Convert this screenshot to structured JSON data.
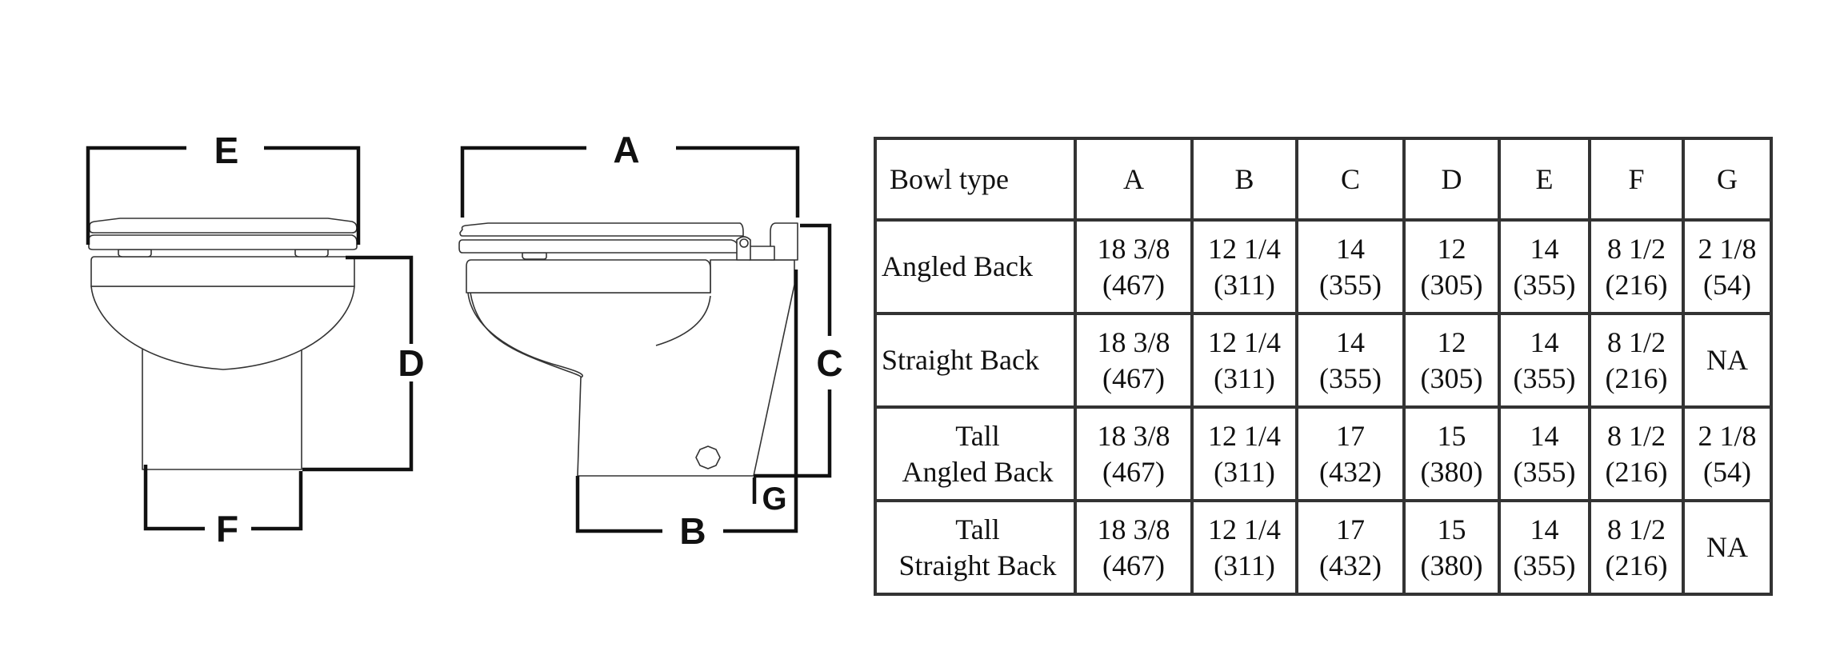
{
  "diagram": {
    "front_view": {
      "dimension_labels": {
        "top": "E",
        "right": "D",
        "bottom": "F"
      }
    },
    "side_view": {
      "dimension_labels": {
        "top": "A",
        "right": "C",
        "bottom": "B",
        "offset": "G"
      }
    }
  },
  "table": {
    "header": {
      "first": "Bowl type",
      "columns": [
        "A",
        "B",
        "C",
        "D",
        "E",
        "F",
        "G"
      ]
    },
    "rows": [
      {
        "bowl_type": [
          "Angled Back"
        ],
        "cells": [
          [
            "18 3/8",
            "(467)"
          ],
          [
            "12 1/4",
            "(311)"
          ],
          [
            "14",
            "(355)"
          ],
          [
            "12",
            "(305)"
          ],
          [
            "14",
            "(355)"
          ],
          [
            "8 1/2",
            "(216)"
          ],
          [
            "2 1/8",
            "(54)"
          ]
        ]
      },
      {
        "bowl_type": [
          "Straight Back"
        ],
        "cells": [
          [
            "18 3/8",
            "(467)"
          ],
          [
            "12 1/4",
            "(311)"
          ],
          [
            "14",
            "(355)"
          ],
          [
            "12",
            "(305)"
          ],
          [
            "14",
            "(355)"
          ],
          [
            "8 1/2",
            "(216)"
          ],
          [
            "NA"
          ]
        ]
      },
      {
        "bowl_type": [
          "Tall",
          "Angled Back"
        ],
        "cells": [
          [
            "18 3/8",
            "(467)"
          ],
          [
            "12 1/4",
            "(311)"
          ],
          [
            "17",
            "(432)"
          ],
          [
            "15",
            "(380)"
          ],
          [
            "14",
            "(355)"
          ],
          [
            "8 1/2",
            "(216)"
          ],
          [
            "2 1/8",
            "(54)"
          ]
        ]
      },
      {
        "bowl_type": [
          "Tall",
          "Straight Back"
        ],
        "cells": [
          [
            "18 3/8",
            "(467)"
          ],
          [
            "12 1/4",
            "(311)"
          ],
          [
            "17",
            "(432)"
          ],
          [
            "15",
            "(380)"
          ],
          [
            "14",
            "(355)"
          ],
          [
            "8 1/2",
            "(216)"
          ],
          [
            "NA"
          ]
        ]
      }
    ]
  }
}
